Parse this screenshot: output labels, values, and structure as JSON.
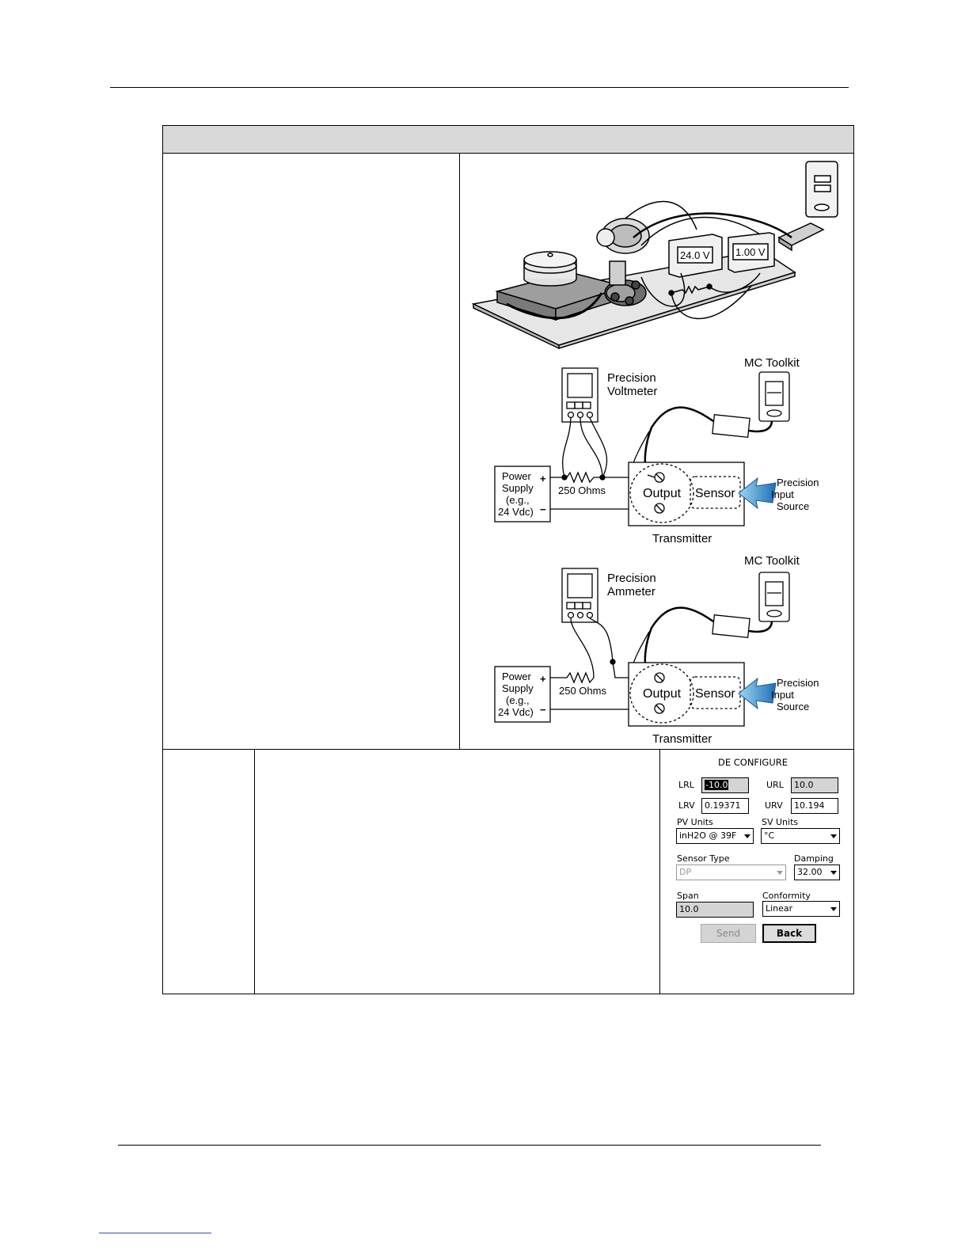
{
  "diagram": {
    "photo_voltmeter_reading": "24.0 V",
    "photo_meter_reading": "1.00 V",
    "fig1": {
      "meter_label_line1": "Precision",
      "meter_label_line2": "Voltmeter",
      "toolkit_label": "MC Toolkit",
      "power_line1": "Power",
      "power_line2": "Supply",
      "power_line3": "(e.g.,",
      "power_line4": "24 Vdc)",
      "plus": "+",
      "minus": "−",
      "resistor": "250 Ohms",
      "output": "Output",
      "sensor": "Sensor",
      "source_line1": "Precision",
      "source_line2": "Input",
      "source_line3": "Source",
      "transmitter": "Transmitter"
    },
    "fig2": {
      "meter_label_line1": "Precision",
      "meter_label_line2": "Ammeter",
      "toolkit_label": "MC Toolkit",
      "power_line1": "Power",
      "power_line2": "Supply",
      "power_line3": "(e.g.,",
      "power_line4": "24 Vdc)",
      "plus": "+",
      "minus": "−",
      "resistor": "250 Ohms",
      "output": "Output",
      "sensor": "Sensor",
      "source_line1": "Precision",
      "source_line2": "Input",
      "source_line3": "Source",
      "transmitter": "Transmitter"
    }
  },
  "dialog": {
    "title": "DE CONFIGURE",
    "lrl_label": "LRL",
    "lrl_value": "-10.0",
    "url_label": "URL",
    "url_value": "10.0",
    "lrv_label": "LRV",
    "lrv_value": "0.19371",
    "urv_label": "URV",
    "urv_value": "10.194",
    "pv_units_label": "PV Units",
    "pv_units_value": "inH2O @ 39F",
    "sv_units_label": "SV Units",
    "sv_units_value": "°C",
    "sensor_type_label": "Sensor Type",
    "sensor_type_value": "DP",
    "damping_label": "Damping",
    "damping_value": "32.00",
    "span_label": "Span",
    "span_value": "10.0",
    "conformity_label": "Conformity",
    "conformity_value": "Linear",
    "send_label": "Send",
    "back_label": "Back"
  }
}
